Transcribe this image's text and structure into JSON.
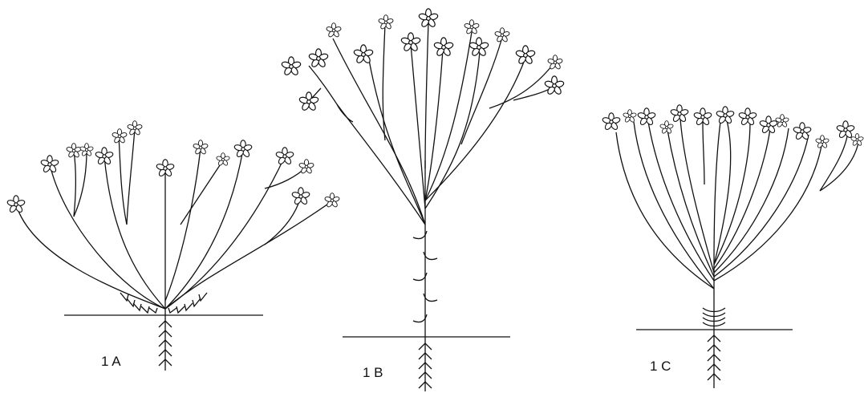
{
  "colors": {
    "background": "#ffffff",
    "ink": "#111111"
  },
  "figures": [
    {
      "id": "1A",
      "label": "1 A",
      "description_icon": "rosette-branching-plant"
    },
    {
      "id": "1B",
      "label": "1 B",
      "description_icon": "tall-stem-umbel-plant"
    },
    {
      "id": "1C",
      "label": "1 C",
      "description_icon": "compact-umbel-plant"
    }
  ]
}
